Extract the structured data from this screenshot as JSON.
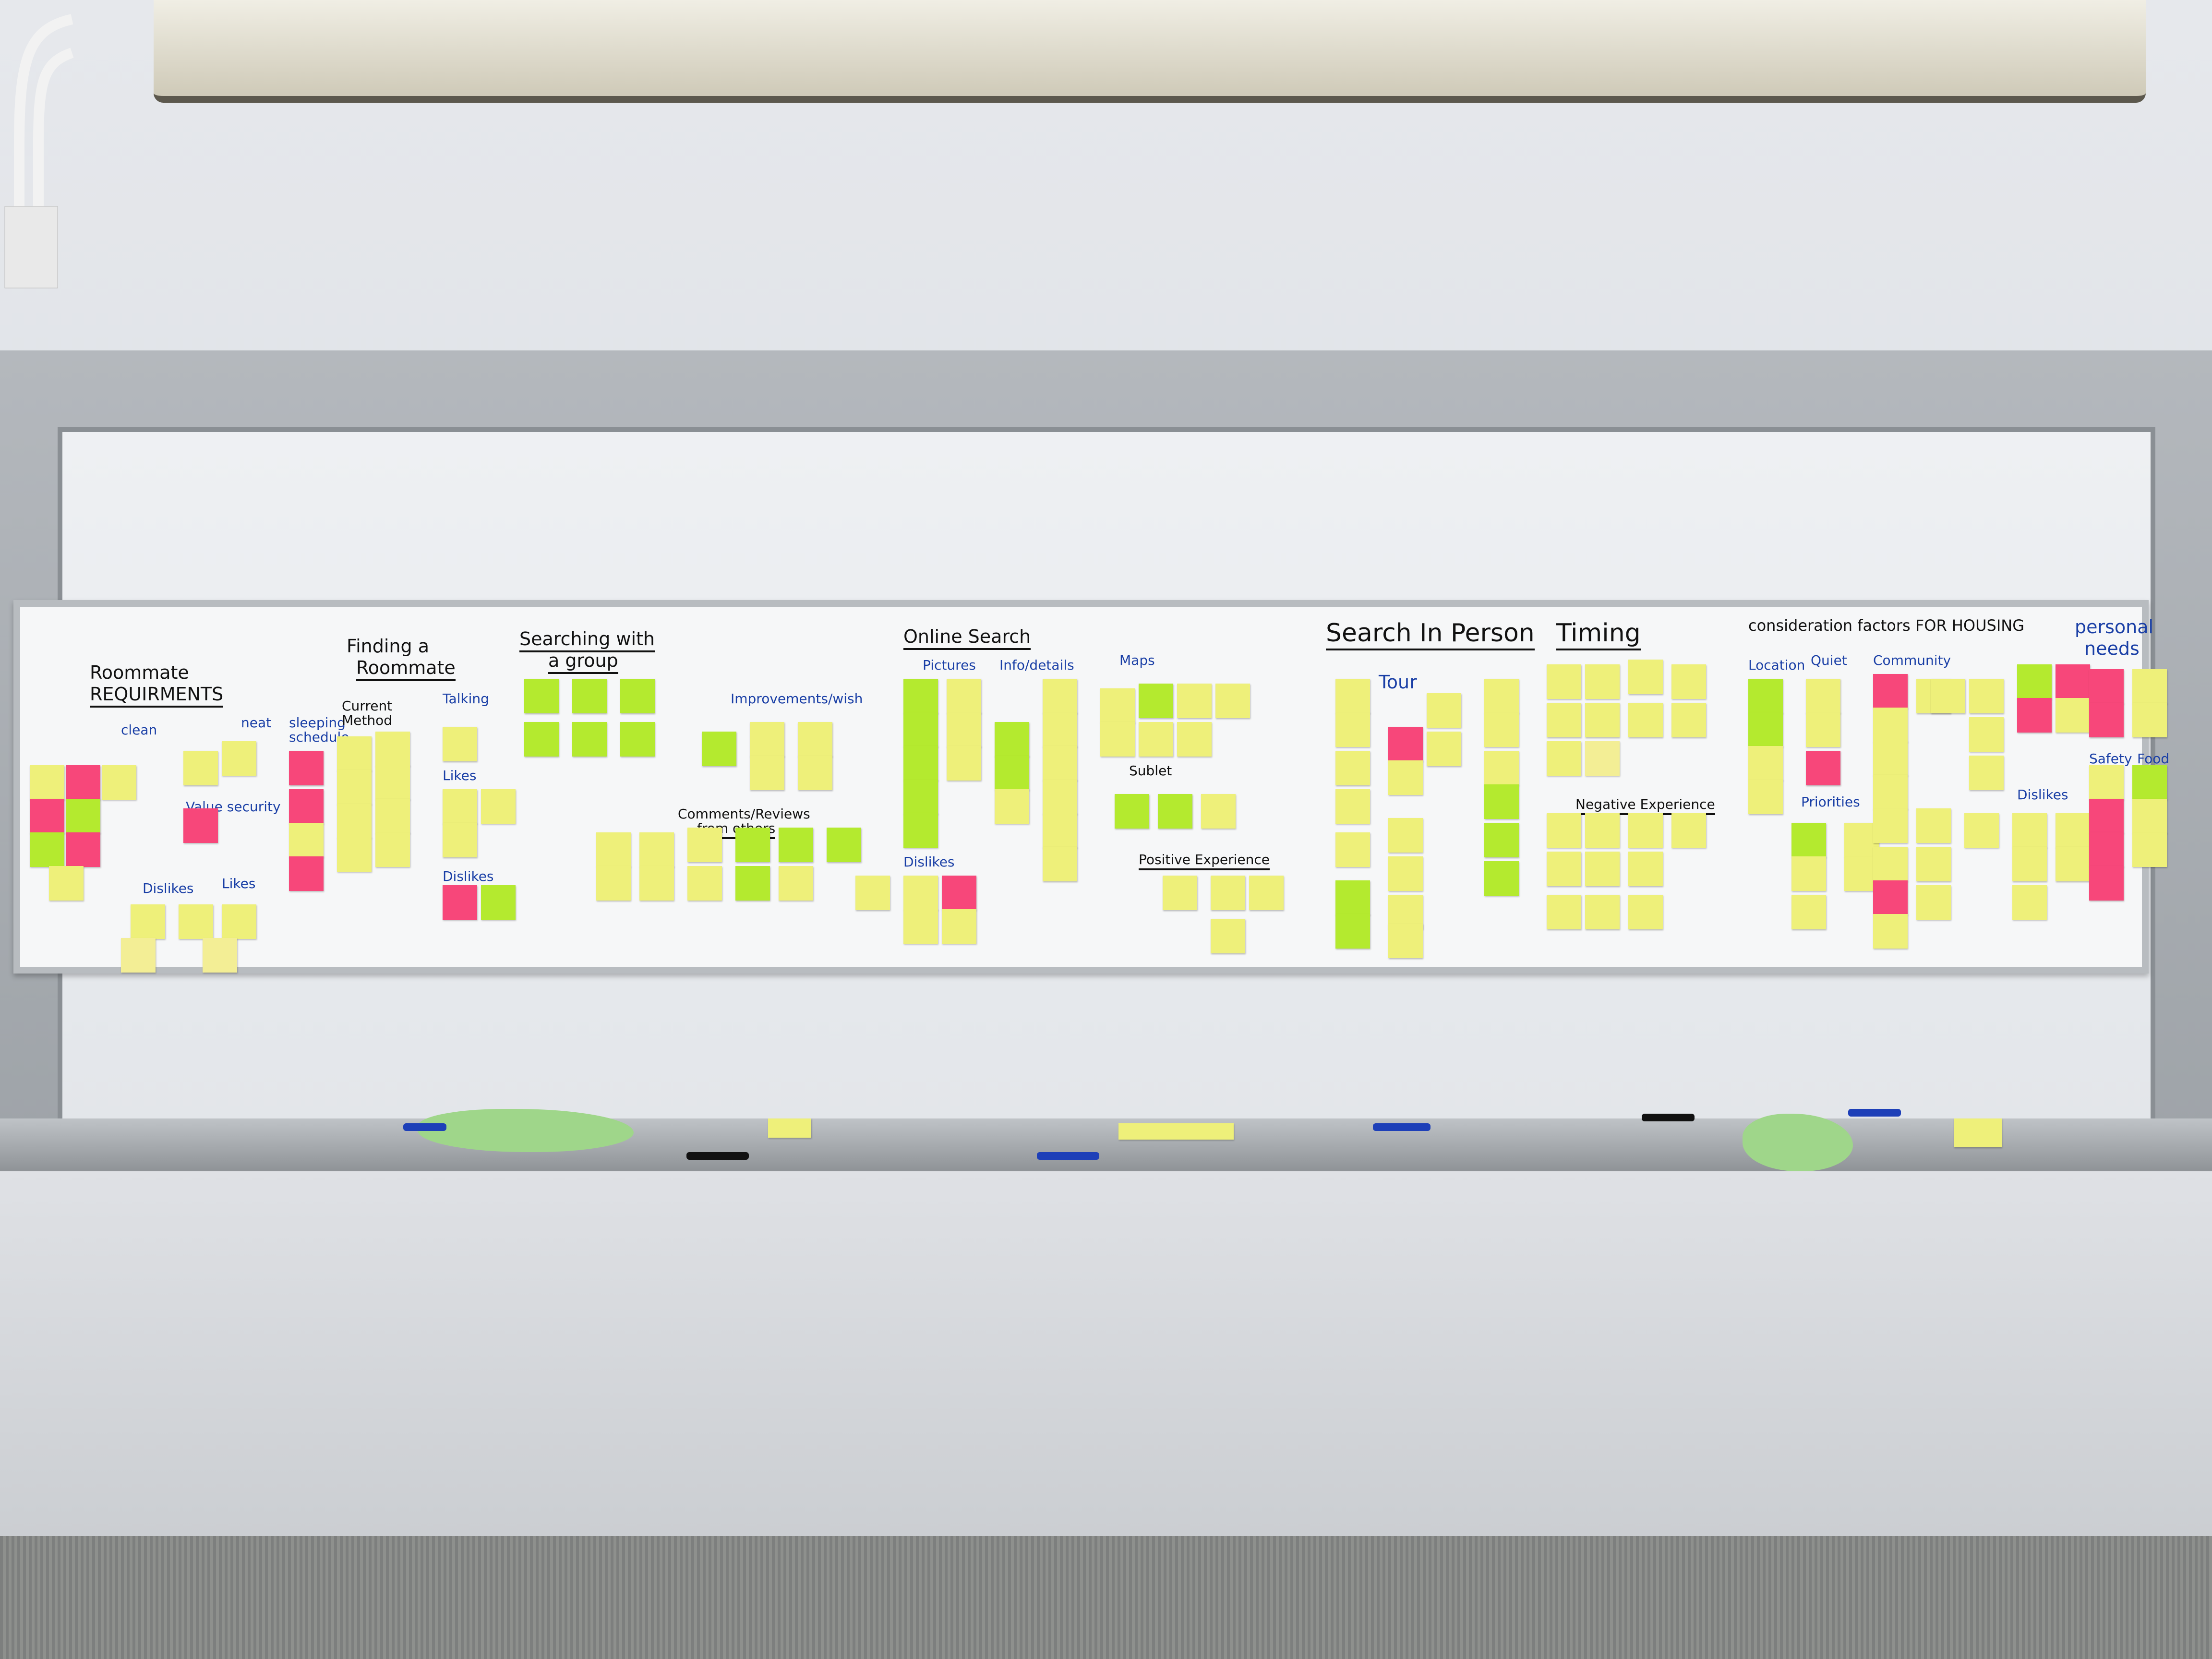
{
  "headings": {
    "roommate": "Roommate",
    "requirements": "REQUIRMENTS",
    "finding": "Finding a",
    "roommate2": "Roommate",
    "searching": "Searching with",
    "group": "a group",
    "online": "Online Search",
    "search_person": "Search In Person",
    "timing": "Timing",
    "consideration": "consideration factors FOR HOUSING",
    "personal": "personal",
    "needs": "needs"
  },
  "labels": {
    "clean": "clean",
    "neat": "neat",
    "sleeping": "sleeping",
    "schedule": "schedule",
    "current": "Current",
    "method": "Method",
    "talking": "Talking",
    "likes": "Likes",
    "dislikes": "Dislikes",
    "dislikes_left": "Dislikes",
    "likes_left": "Likes",
    "value_security": "Value security",
    "improvements": "Improvements/wish",
    "comments": "Comments/Reviews",
    "from_others": "from others",
    "pictures": "Pictures",
    "info_details": "Info/details",
    "maps": "Maps",
    "dislikes_online": "Dislikes",
    "sublet": "Sublet",
    "positive": "Positive Experience",
    "tour": "Tour",
    "negative": "Negative Experience",
    "location": "Location",
    "quiet": "Quiet",
    "community": "Community",
    "priorities": "Priorities",
    "dislikes_right": "Dislikes",
    "safety": "Safety",
    "food": "Food"
  },
  "colors": {
    "yellow": "#eef07a",
    "green": "#b4ea2f",
    "pink": "#f7477a",
    "pale": "#f3ee95"
  }
}
